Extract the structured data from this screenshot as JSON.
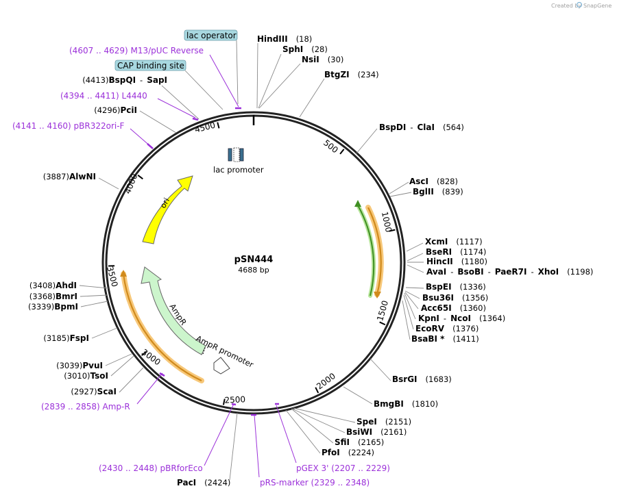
{
  "plasmid": {
    "name": "pSN444",
    "length_label": "4688 bp"
  },
  "credit": {
    "text": "Created by",
    "brand": "SnapGene"
  },
  "ticks": [
    {
      "label": "500"
    },
    {
      "label": "1000"
    },
    {
      "label": "1500"
    },
    {
      "label": "2000"
    },
    {
      "label": "2500"
    },
    {
      "label": "3000"
    },
    {
      "label": "3500"
    },
    {
      "label": "4000"
    },
    {
      "label": "4500"
    }
  ],
  "enzymes": [
    {
      "name": "HindIII",
      "pos": "(18)"
    },
    {
      "name": "SphI",
      "pos": "(28)"
    },
    {
      "name": "NsiI",
      "pos": "(30)"
    },
    {
      "name": "BtgZI",
      "pos": "(234)"
    },
    {
      "name": "BspDI",
      "sep": "-",
      "name2": "ClaI",
      "pos": "(564)"
    },
    {
      "name": "AscI",
      "pos": "(828)"
    },
    {
      "name": "BglII",
      "pos": "(839)"
    },
    {
      "name": "XcmI",
      "pos": "(1117)"
    },
    {
      "name": "BseRI",
      "pos": "(1174)"
    },
    {
      "name": "HincII",
      "pos": "(1180)"
    },
    {
      "name": "AvaI",
      "sep": "-",
      "name2": "BsoBI",
      "sep2": "-",
      "name3": "PaeR7I",
      "sep3": "-",
      "name4": "XhoI",
      "pos": "(1198)"
    },
    {
      "name": "BspEI",
      "pos": "(1336)"
    },
    {
      "name": "Bsu36I",
      "pos": "(1356)"
    },
    {
      "name": "Acc65I",
      "pos": "(1360)"
    },
    {
      "name": "KpnI",
      "sep": "-",
      "name2": "NcoI",
      "pos": "(1364)"
    },
    {
      "name": "EcoRV",
      "pos": "(1376)"
    },
    {
      "name": "BsaBI *",
      "pos": "(1411)"
    },
    {
      "name": "BsrGI",
      "pos": "(1683)"
    },
    {
      "name": "BmgBI",
      "pos": "(1810)"
    },
    {
      "name": "SpeI",
      "pos": "(2151)"
    },
    {
      "name": "BsiWI",
      "pos": "(2161)"
    },
    {
      "name": "SfiI",
      "pos": "(2165)"
    },
    {
      "name": "PfoI",
      "pos": "(2224)"
    },
    {
      "name": "PacI",
      "pos": "(2424)"
    },
    {
      "name": "ScaI",
      "pos": "(2927)"
    },
    {
      "name": "TsoI",
      "pos": "(3010)"
    },
    {
      "name": "PvuI",
      "pos": "(3039)"
    },
    {
      "name": "FspI",
      "pos": "(3185)"
    },
    {
      "name": "BpmI",
      "pos": "(3339)"
    },
    {
      "name": "BmrI",
      "pos": "(3368)"
    },
    {
      "name": "AhdI",
      "pos": "(3408)"
    },
    {
      "name": "AlwNI",
      "pos": "(3887)"
    },
    {
      "name": "PciI",
      "pos": "(4296)"
    },
    {
      "name": "BspQI",
      "sep": "-",
      "name2": "SapI",
      "pos": "(4413)"
    }
  ],
  "primers": [
    {
      "text": "(4607 .. 4629)  M13/pUC Reverse"
    },
    {
      "text": "(4394 .. 4411)  L4440"
    },
    {
      "text": "(4141 .. 4160)  pBR322ori-F"
    },
    {
      "text": "(2839 .. 2858)  Amp-R"
    },
    {
      "text": "(2430 .. 2448)  pBRforEco"
    },
    {
      "text": "pGEX 3'    (2207 .. 2229)"
    },
    {
      "text": "pRS-marker    (2329 .. 2348)"
    }
  ],
  "boxes": [
    {
      "text": "lac operator"
    },
    {
      "text": "CAP binding site"
    }
  ],
  "features": [
    {
      "label": "ori",
      "color": "#ffff00"
    },
    {
      "label": "AmpR",
      "color": "#ccf5cc"
    },
    {
      "label": "AmpR promoter",
      "color": "#ffffff"
    },
    {
      "label": "lac promoter",
      "color": "#3a6f8f"
    }
  ],
  "colors": {
    "primer": "#9b30d9",
    "box_fill": "#a8d8e0",
    "ring": "#222222",
    "orange": "#f5a623",
    "green_arrow": "#4a9a2a"
  }
}
